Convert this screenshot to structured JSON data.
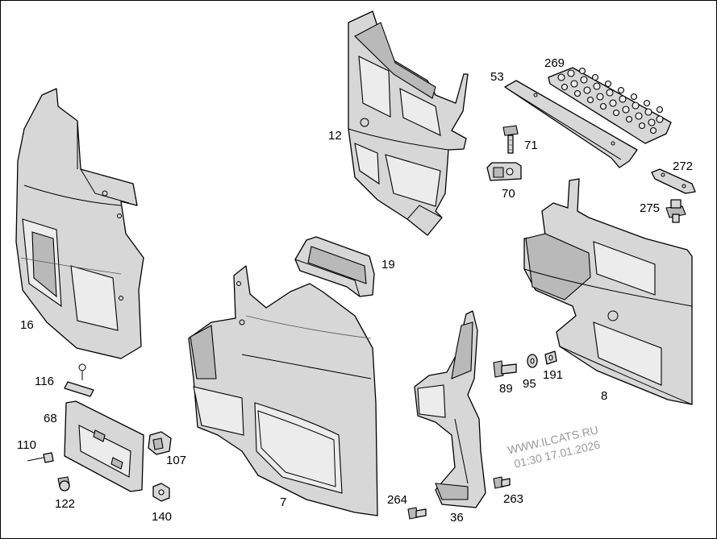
{
  "parts": [
    {
      "id": "16",
      "label": "16"
    },
    {
      "id": "12",
      "label": "12"
    },
    {
      "id": "53",
      "label": "53"
    },
    {
      "id": "269",
      "label": "269"
    },
    {
      "id": "71",
      "label": "71"
    },
    {
      "id": "70",
      "label": "70"
    },
    {
      "id": "272",
      "label": "272"
    },
    {
      "id": "275",
      "label": "275"
    },
    {
      "id": "19",
      "label": "19"
    },
    {
      "id": "116",
      "label": "116"
    },
    {
      "id": "68",
      "label": "68"
    },
    {
      "id": "110",
      "label": "110"
    },
    {
      "id": "107",
      "label": "107"
    },
    {
      "id": "122",
      "label": "122"
    },
    {
      "id": "140",
      "label": "140"
    },
    {
      "id": "7",
      "label": "7"
    },
    {
      "id": "89",
      "label": "89"
    },
    {
      "id": "95",
      "label": "95"
    },
    {
      "id": "191",
      "label": "191"
    },
    {
      "id": "8",
      "label": "8"
    },
    {
      "id": "264",
      "label": "264"
    },
    {
      "id": "36",
      "label": "36"
    },
    {
      "id": "263",
      "label": "263"
    }
  ],
  "watermark": {
    "line1": "WWW.ILCATS.RU",
    "line2": "01:30 17.01.2026"
  }
}
